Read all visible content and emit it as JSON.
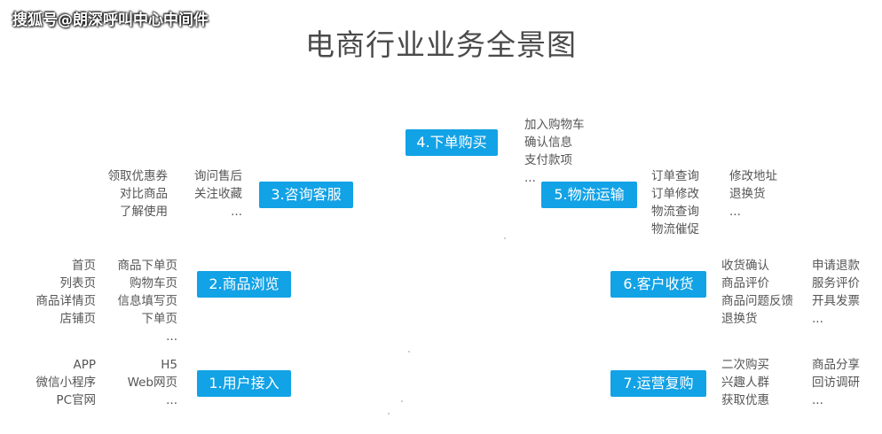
{
  "watermark": "搜狐号@朗深呼叫中心中间件",
  "title": "电商行业业务全景图",
  "steps": {
    "s1": {
      "label": "1.用户接入",
      "col_a": [
        "APP",
        "微信小程序",
        "PC官网"
      ],
      "col_b": [
        "H5",
        "Web网页",
        "..."
      ]
    },
    "s2": {
      "label": "2.商品浏览",
      "col_a": [
        "首页",
        "列表页",
        "商品详情页",
        "店铺页"
      ],
      "col_b": [
        "商品下单页",
        "购物车页",
        "信息填写页",
        "下单页",
        "..."
      ]
    },
    "s3": {
      "label": "3.咨询客服",
      "col_a": [
        "领取优惠券",
        "对比商品",
        "了解使用"
      ],
      "col_b": [
        "询问售后",
        "关注收藏",
        "..."
      ]
    },
    "s4": {
      "label": "4.下单购买",
      "col_a": [
        "加入购物车",
        "确认信息",
        "支付款项",
        "..."
      ]
    },
    "s5": {
      "label": "5.物流运输",
      "col_a": [
        "订单查询",
        "订单修改",
        "物流查询",
        "物流催促"
      ],
      "col_b": [
        "修改地址",
        "退换货",
        "..."
      ]
    },
    "s6": {
      "label": "6.客户收货",
      "col_a": [
        "收货确认",
        "商品评价",
        "商品问题反馈",
        "退换货"
      ],
      "col_b": [
        "申请退款",
        "服务评价",
        "开具发票",
        "..."
      ]
    },
    "s7": {
      "label": "7.运营复购",
      "col_a": [
        "二次购买",
        "兴趣人群",
        "获取优惠"
      ],
      "col_b": [
        "商品分享",
        "回访调研",
        "..."
      ]
    }
  }
}
